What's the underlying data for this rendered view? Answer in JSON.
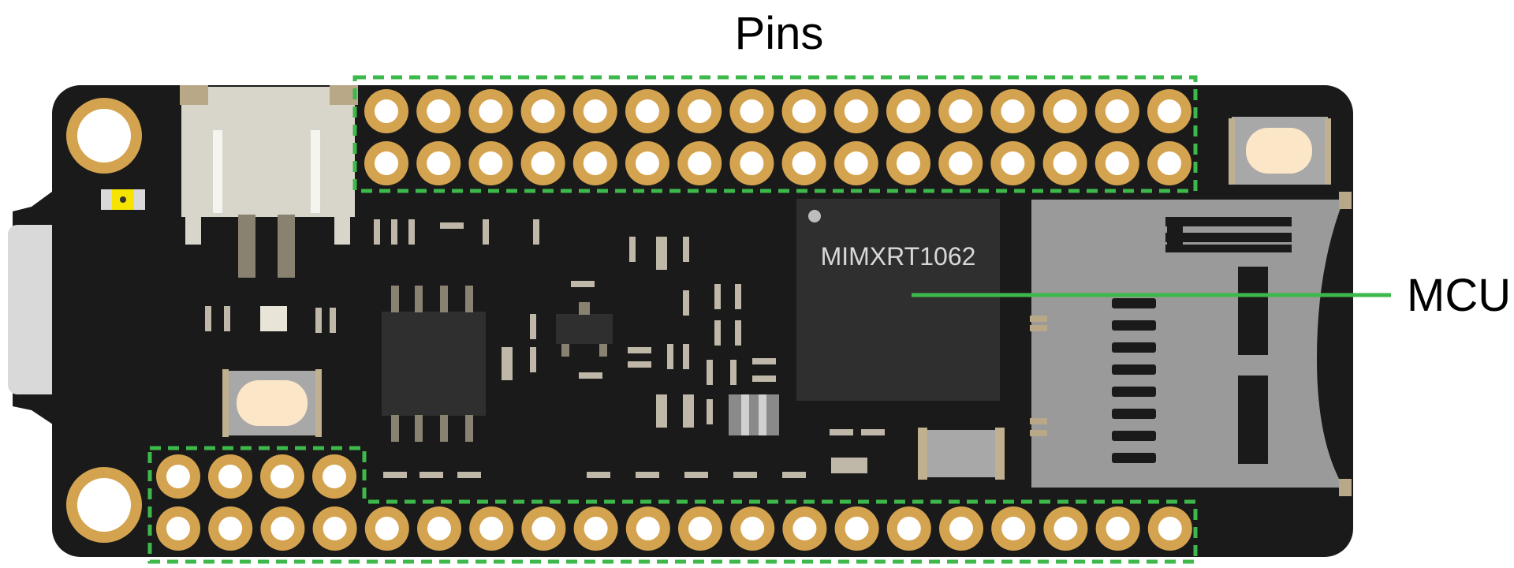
{
  "callouts": {
    "pins": "Pins",
    "mcu": "MCU"
  },
  "chip": {
    "part_number": "MIMXRT1062"
  },
  "colors": {
    "board": "#1a1a1a",
    "pad": "#d4a34f",
    "hole": "#ffffff",
    "highlight": "#3db84a",
    "connector": "#dcdcdc",
    "sd_slot": "#9a9a9a",
    "chip": "#2f2f2f",
    "button_cap": "#fbe7c8",
    "led": "#f5e400"
  },
  "icons": {
    "usb": "usb-c-connector-icon",
    "battery": "jst-battery-connector-icon",
    "sd": "microsd-slot-icon"
  }
}
